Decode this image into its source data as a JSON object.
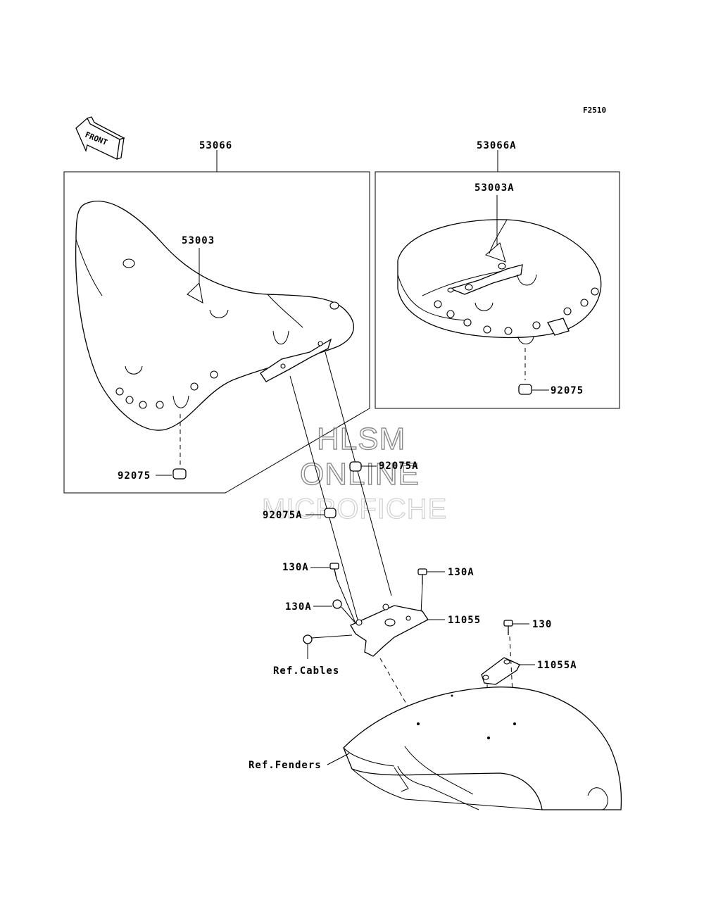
{
  "diagram": {
    "figure_code": "F2510",
    "front_label": "FRONT",
    "watermark": {
      "line1": "HLSM",
      "line2": "ONLINE",
      "line3": "MICROFICHE"
    },
    "labels": {
      "seat_assembly": "53066",
      "seat_assembly_a": "53066A",
      "seat": "53003",
      "seat_a": "53003A",
      "damper_left": "92075",
      "damper_right": "92075",
      "damper_a_upper": "92075A",
      "damper_a_lower": "92075A",
      "bolt_130a_upper": "130A",
      "bolt_130a_right": "130A",
      "bolt_130a_lower": "130A",
      "bolt_130": "130",
      "bracket": "11055",
      "bracket_a": "11055A",
      "ref_cables": "Ref.Cables",
      "ref_fenders": "Ref.Fenders"
    }
  }
}
